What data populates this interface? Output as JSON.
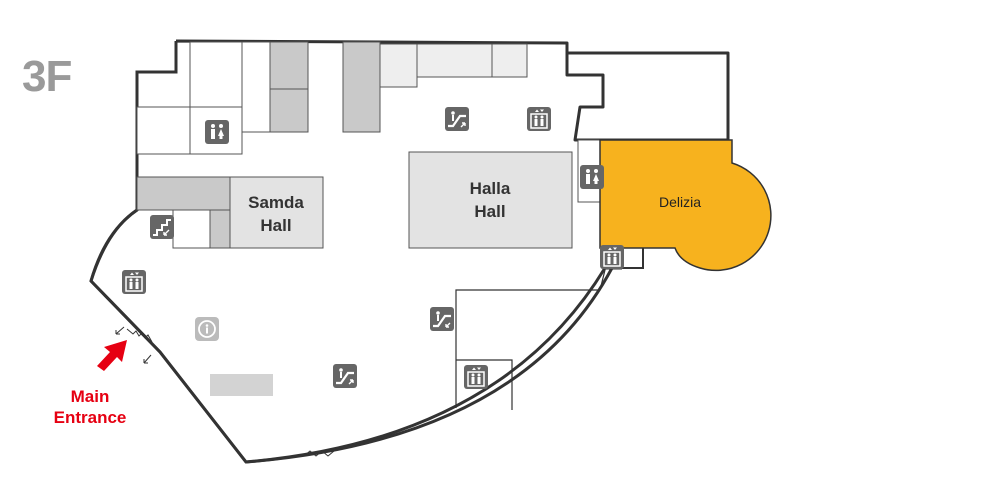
{
  "floor": {
    "label": "3F"
  },
  "entrance": {
    "line1": "Main",
    "line2": "Entrance"
  },
  "halls": {
    "samda": {
      "line1": "Samda",
      "line2": "Hall"
    },
    "halla": {
      "line1": "Halla",
      "line2": "Hall"
    }
  },
  "stores": {
    "delizia": "Delizia"
  },
  "colors": {
    "outline": "#333333",
    "hall_fill": "#e3e3e3",
    "room_fill": "#eeeeee",
    "dark_room_fill": "#c9c9c9",
    "highlight": "#f7b21e",
    "icon_bg": "#666666",
    "entrance": "#e60012",
    "floor_label": "#9a9a9a"
  },
  "icons": [
    "restroom-icon",
    "restroom-icon",
    "escalator-up-icon",
    "escalator-up-icon",
    "escalator-down-icon",
    "elevator-icon",
    "elevator-icon",
    "elevator-icon",
    "elevator-icon",
    "stairs-icon",
    "information-icon"
  ]
}
